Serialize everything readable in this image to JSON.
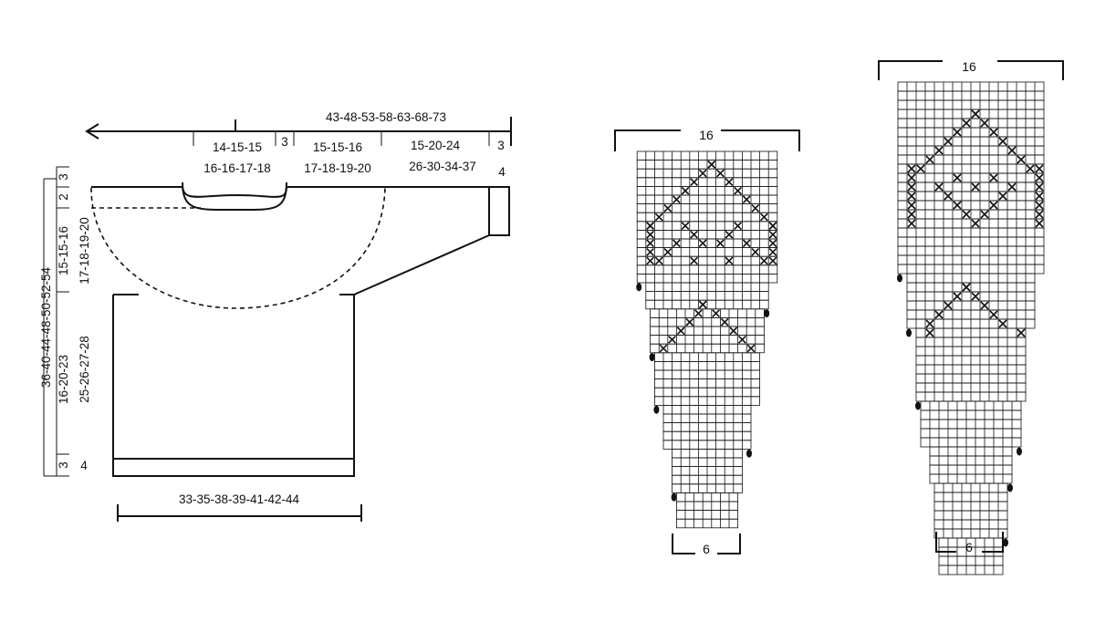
{
  "schematic": {
    "top_width": "43-48-53-58-63-68-73",
    "neck_width_1": "14-15-15",
    "neck_width_2": "16-16-17-18",
    "neck_edge": "3",
    "shoulder_a_1": "15-15-16",
    "shoulder_a_2": "17-18-19-20",
    "shoulder_b_1": "15-20-24",
    "shoulder_b_2": "26-30-34-37",
    "cuff_width": "3",
    "cuff_length": "4",
    "total_length": "36-40-44-48-50-52-54",
    "yoke_top": "2",
    "yoke_top_edge": "3",
    "yoke_1": "15-15-16",
    "yoke_2": "17-18-19-20",
    "body_1": "16-20-23",
    "body_2": "25-26-27-28",
    "rib_edge": "3",
    "rib_length": "4",
    "bottom_width": "33-35-38-39-41-42-44"
  },
  "charts": [
    {
      "top_label": "16",
      "bottom_label": "6"
    },
    {
      "top_label": "16",
      "bottom_label": "6"
    }
  ]
}
